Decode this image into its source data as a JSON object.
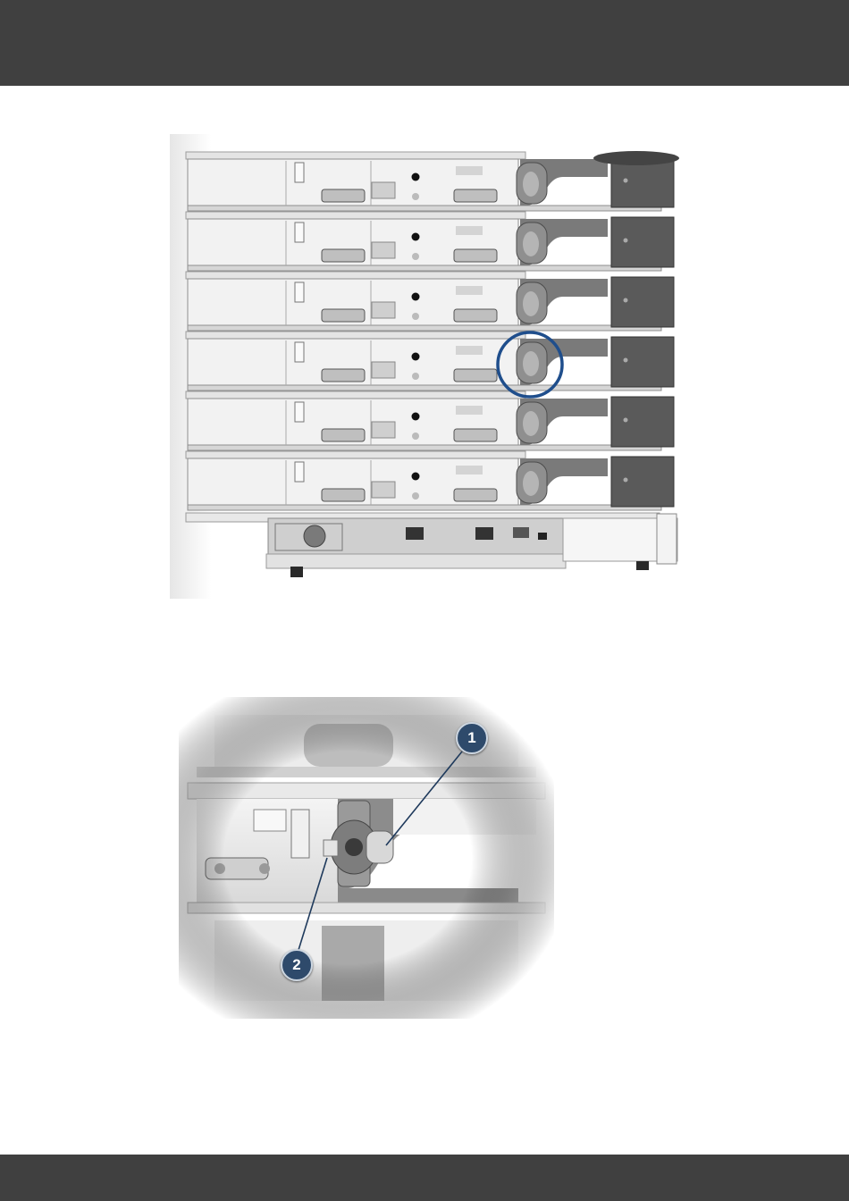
{
  "colors": {
    "header_bar": "#404040",
    "footer_bar": "#404040",
    "highlight_ring": "#1f4e8c",
    "callout_fill": "#2e4a6b",
    "callout_text": "#ffffff",
    "module_body": "#f2f2f2",
    "module_dark_panel": "#5a5a5a"
  },
  "figures": {
    "main": {
      "description_icon": "stacked-modules-illustration",
      "module_count": 6
    },
    "detail": {
      "callouts": [
        {
          "label": "1"
        },
        {
          "label": "2"
        }
      ]
    }
  }
}
